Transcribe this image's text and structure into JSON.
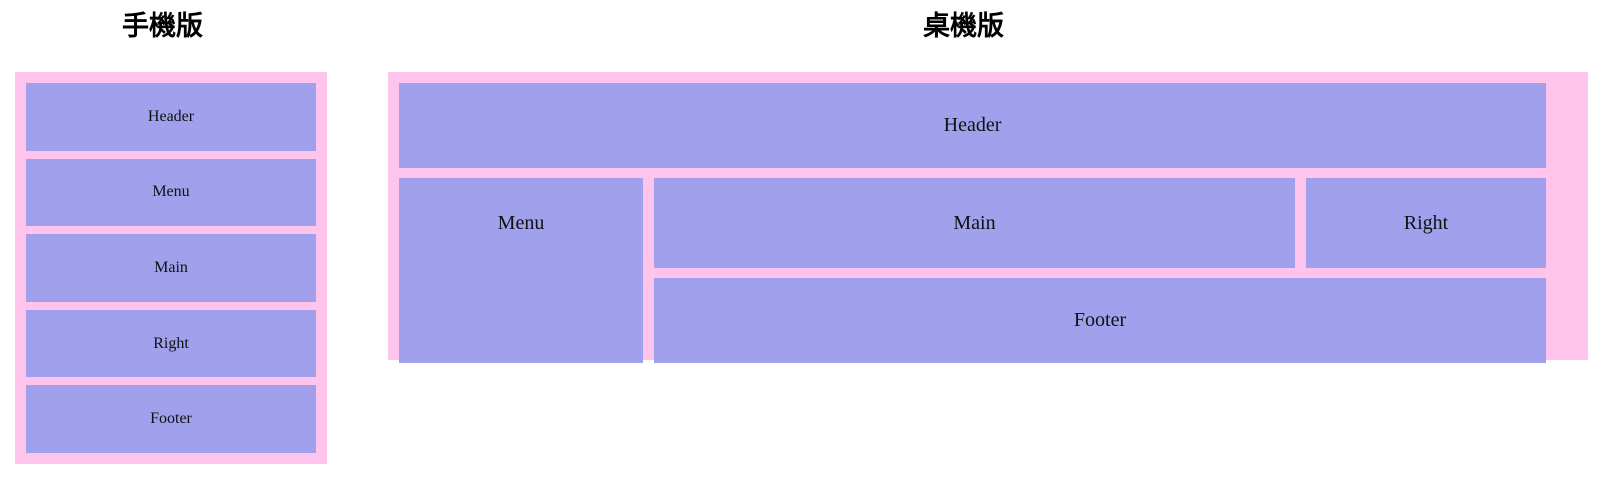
{
  "colors": {
    "panel_background": "#ffc4ec",
    "cell_background": "#a0a0ec",
    "text": "#111111",
    "page_background": "#ffffff"
  },
  "mobile": {
    "title": "手機版",
    "blocks": [
      {
        "label": "Header"
      },
      {
        "label": "Menu"
      },
      {
        "label": "Main"
      },
      {
        "label": "Right"
      },
      {
        "label": "Footer"
      }
    ]
  },
  "desktop": {
    "title": "桌機版",
    "blocks": [
      {
        "label": "Header"
      },
      {
        "label": "Menu"
      },
      {
        "label": "Main"
      },
      {
        "label": "Right"
      },
      {
        "label": "Footer"
      }
    ]
  }
}
